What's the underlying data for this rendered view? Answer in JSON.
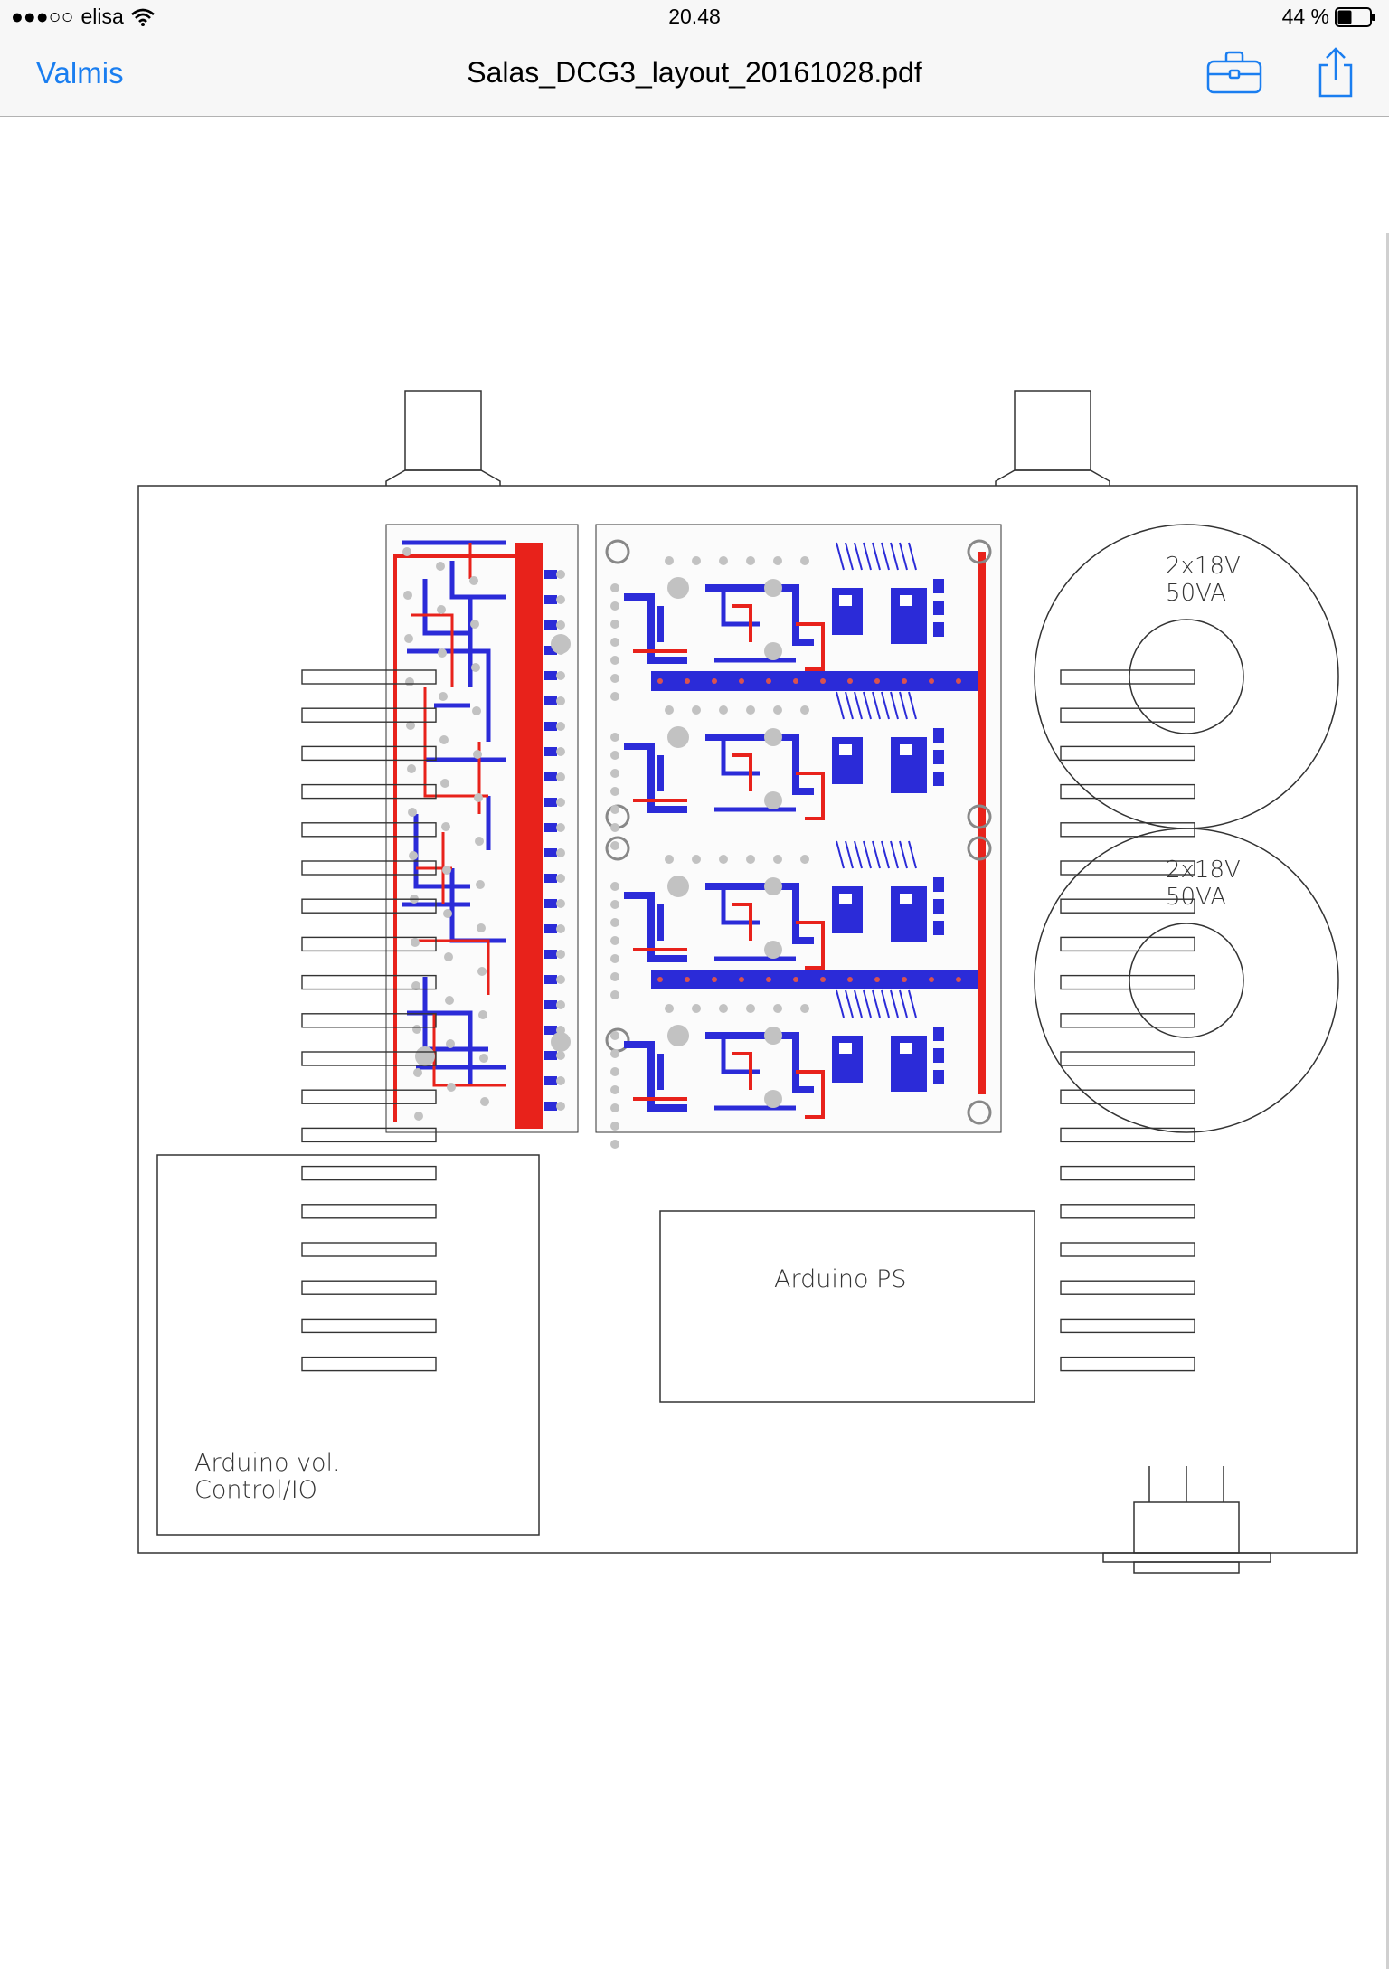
{
  "status_bar": {
    "signal": "●●●○○",
    "carrier": "elisa",
    "time": "20.48",
    "battery_percent": "44 %",
    "battery_level": 0.44
  },
  "nav": {
    "done_label": "Valmis",
    "title": "Salas_DCG3_layout_20161028.pdf"
  },
  "drawing": {
    "transformer_1_label_line1": "2x18V",
    "transformer_1_label_line2": "50VA",
    "transformer_2_label_line1": "2x18V",
    "transformer_2_label_line2": "50VA",
    "arduino_ps_label": "Arduino PS",
    "arduino_vol_label_line1": "Arduino vol.",
    "arduino_vol_label_line2": "Control/IO"
  },
  "colors": {
    "accent": "#1a7ef0",
    "trace_red": "#e8221b",
    "trace_blue": "#2b2bd8"
  }
}
